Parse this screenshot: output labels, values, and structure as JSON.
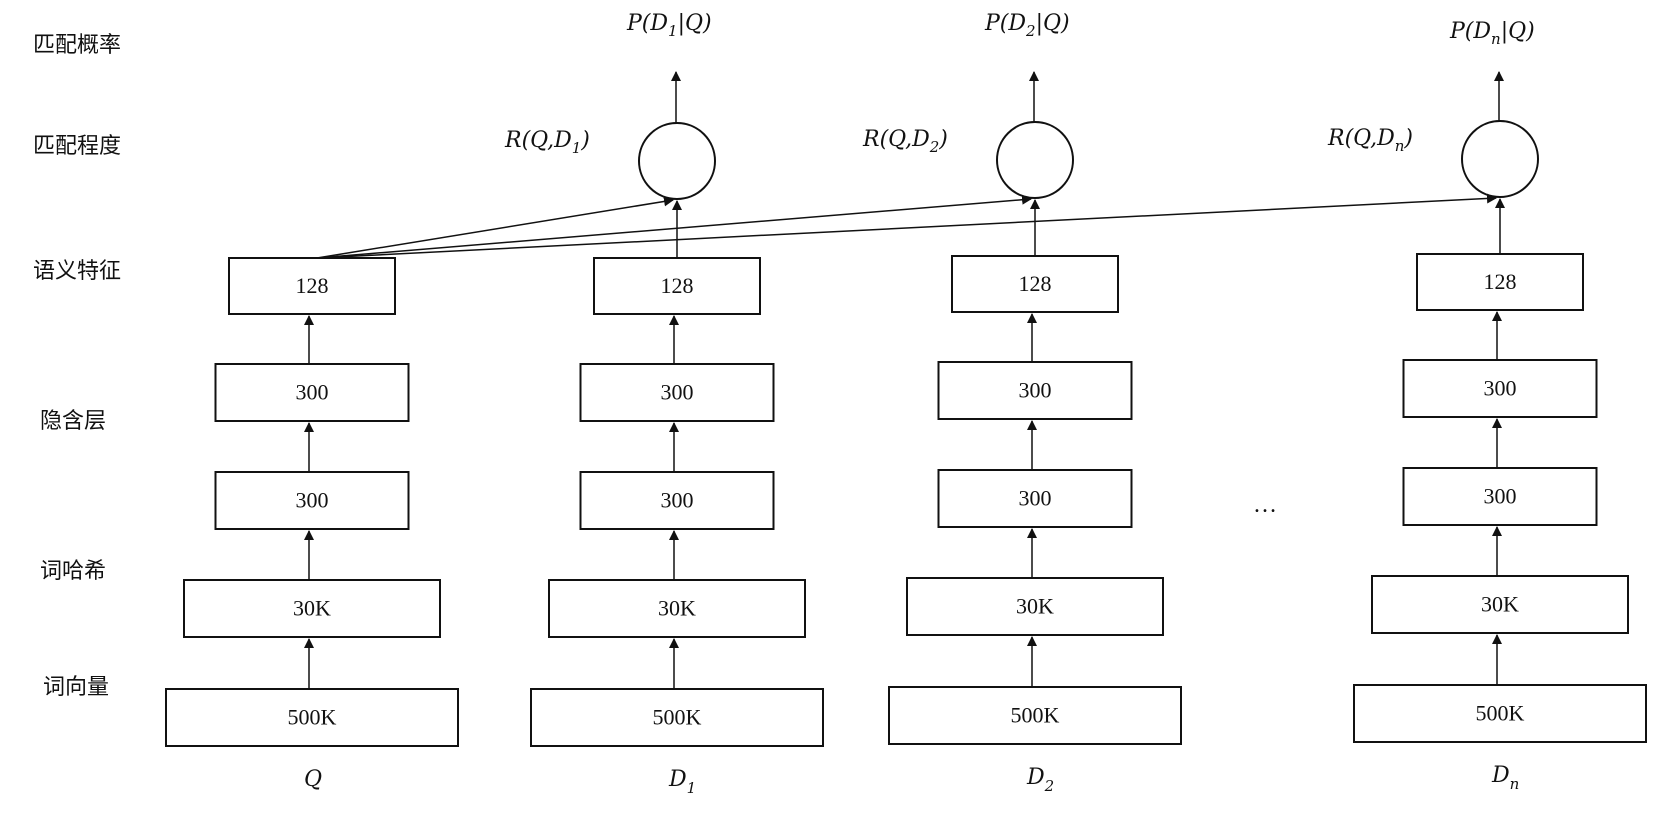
{
  "row_labels": {
    "match_probability": "匹配概率",
    "match_degree": "匹配程度",
    "semantic_feature": "语义特征",
    "hidden_layer": "隐含层",
    "word_hashing": "词哈希",
    "word_vector": "词向量"
  },
  "columns": [
    {
      "id": "q",
      "input_label": "Q",
      "input_sub": "",
      "layers": [
        "500K",
        "30K",
        "300",
        "300",
        "128"
      ],
      "has_score": false
    },
    {
      "id": "d1",
      "input_label": "D",
      "input_sub": "1",
      "layers": [
        "500K",
        "30K",
        "300",
        "300",
        "128"
      ],
      "has_score": true,
      "relevance": {
        "prefix": "R(Q,D",
        "sub": "1",
        "suffix": ")"
      },
      "probability": {
        "prefix": "P(D",
        "sub": "1",
        "suffix": "|Q)"
      }
    },
    {
      "id": "d2",
      "input_label": "D",
      "input_sub": "2",
      "layers": [
        "500K",
        "30K",
        "300",
        "300",
        "128"
      ],
      "has_score": true,
      "relevance": {
        "prefix": "R(Q,D",
        "sub": "2",
        "suffix": ")"
      },
      "probability": {
        "prefix": "P(D",
        "sub": "2",
        "suffix": "|Q)"
      }
    },
    {
      "id": "dn",
      "input_label": "D",
      "input_sub": "n",
      "layers": [
        "500K",
        "30K",
        "300",
        "300",
        "128"
      ],
      "has_score": true,
      "relevance": {
        "prefix": "R(Q,D",
        "sub": "n",
        "suffix": ")"
      },
      "probability": {
        "prefix": "P(D",
        "sub": "n",
        "suffix": "|Q)"
      }
    }
  ],
  "ellipsis": "…"
}
